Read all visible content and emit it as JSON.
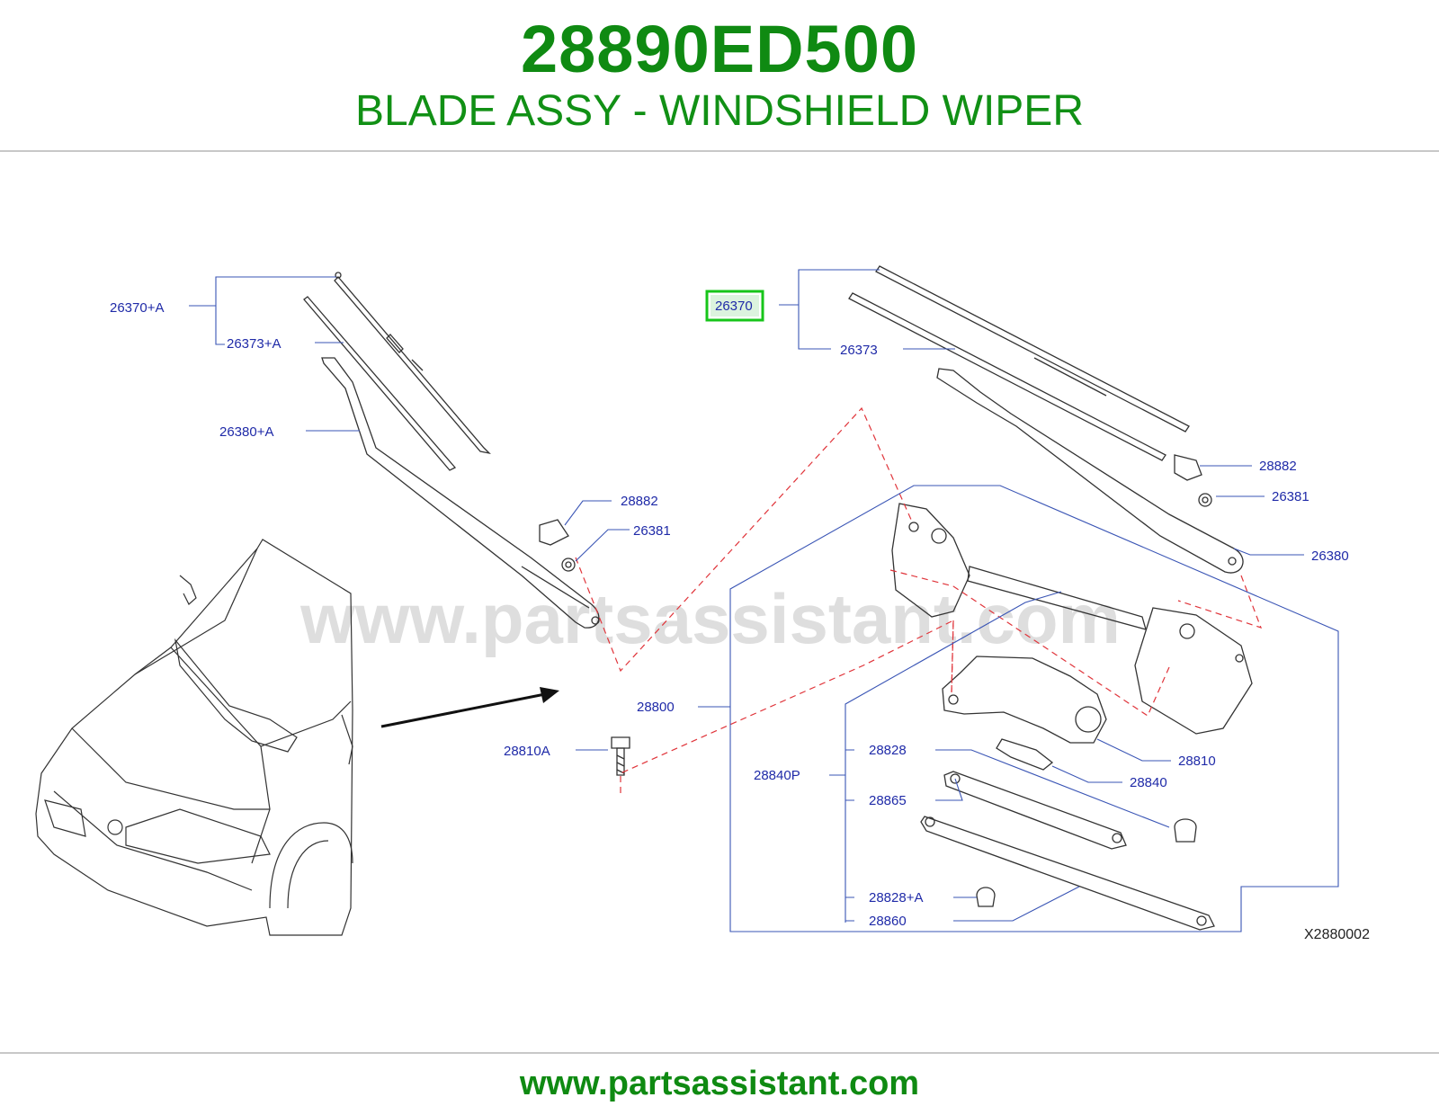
{
  "header": {
    "part_number": "28890ED500",
    "part_title": "BLADE ASSY - WINDSHIELD WIPER"
  },
  "watermark": "www.partsassistant.com",
  "footer": {
    "url": "www.partsassistant.com"
  },
  "diagram": {
    "code": "X2880002",
    "highlighted_callout": "26370",
    "callouts": {
      "c26370A": "26370+A",
      "c26373A": "26373+A",
      "c26380A": "26380+A",
      "c28882L": "28882",
      "c26381L": "26381",
      "c26370": "26370",
      "c26373": "26373",
      "c28882R": "28882",
      "c26381R": "26381",
      "c26380": "26380",
      "c28800": "28800",
      "c28810A": "28810A",
      "c28810": "28810",
      "c28840": "28840",
      "c28828": "28828",
      "c28840P": "28840P",
      "c28865": "28865",
      "c28828A": "28828+A",
      "c28860": "28860"
    },
    "colors": {
      "title_green": "#0f8a12",
      "callout_blue": "#1f2aa8",
      "leader_blue": "#3a55b5",
      "highlight_green": "#17c51a",
      "dashed_red": "#e0343a"
    }
  }
}
